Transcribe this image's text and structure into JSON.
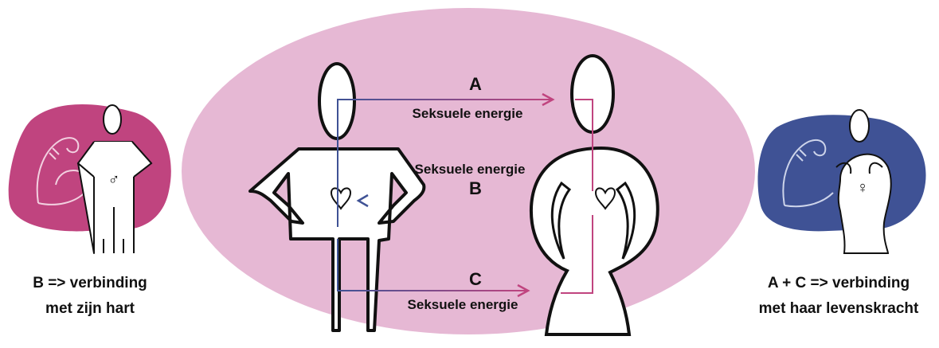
{
  "diagram": {
    "arrows": [
      {
        "letter": "A",
        "label": "Seksuele energie"
      },
      {
        "letter": "B",
        "label": "Seksuele energie"
      },
      {
        "letter": "C",
        "label": "Seksuele energie"
      }
    ],
    "left_caption": {
      "line1": "B => verbinding",
      "line2": "met zijn hart"
    },
    "right_caption": {
      "line1": "A + C => verbinding",
      "line2": "met haar levenskracht"
    },
    "symbols": {
      "male": "♂",
      "female": "♀"
    },
    "colors": {
      "ellipse": "#e6b8d4",
      "male_blob": "#c0447f",
      "female_blob": "#3f5295",
      "pink_line": "#c0447f",
      "blue_line": "#3f5295"
    }
  }
}
